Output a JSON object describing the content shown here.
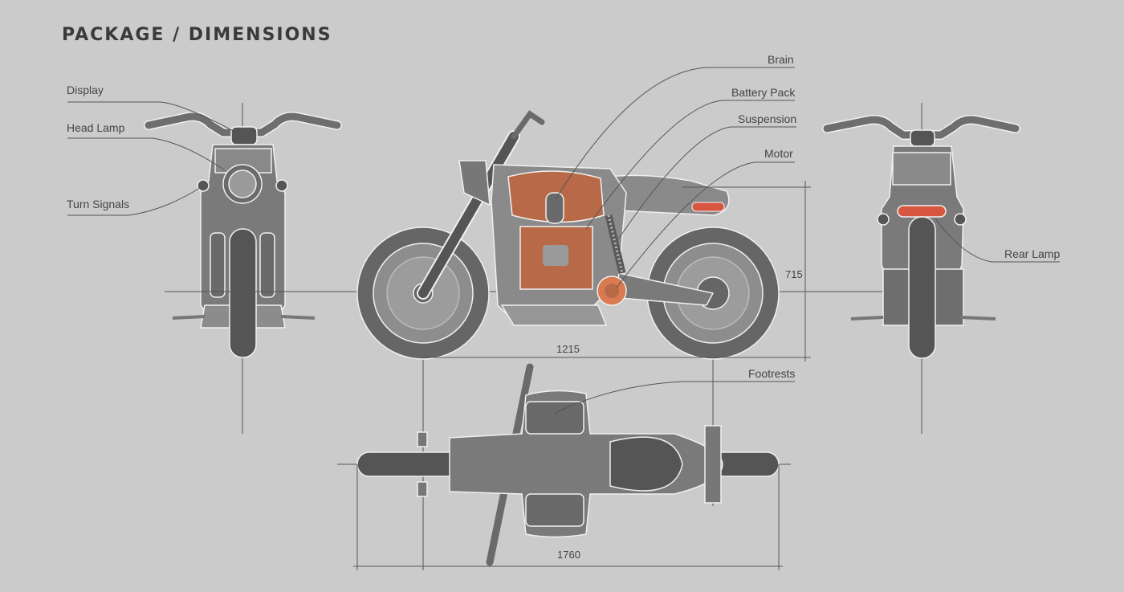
{
  "title": "PACKAGE / DIMENSIONS",
  "labels": {
    "display": "Display",
    "head_lamp": "Head Lamp",
    "turn_signals": "Turn Signals",
    "brain": "Brain",
    "battery_pack": "Battery Pack",
    "suspension": "Suspension",
    "motor": "Motor",
    "rear_lamp": "Rear Lamp",
    "footrests": "Footrests"
  },
  "dimensions": {
    "height": "715",
    "wheelbase": "1215",
    "length": "1760"
  },
  "colors": {
    "background": "#cbcbcb",
    "body_gray": "#6b6b6b",
    "component_orange": "#b86a48",
    "lamp_red": "#d8553f",
    "outline": "#f2f2f2"
  }
}
